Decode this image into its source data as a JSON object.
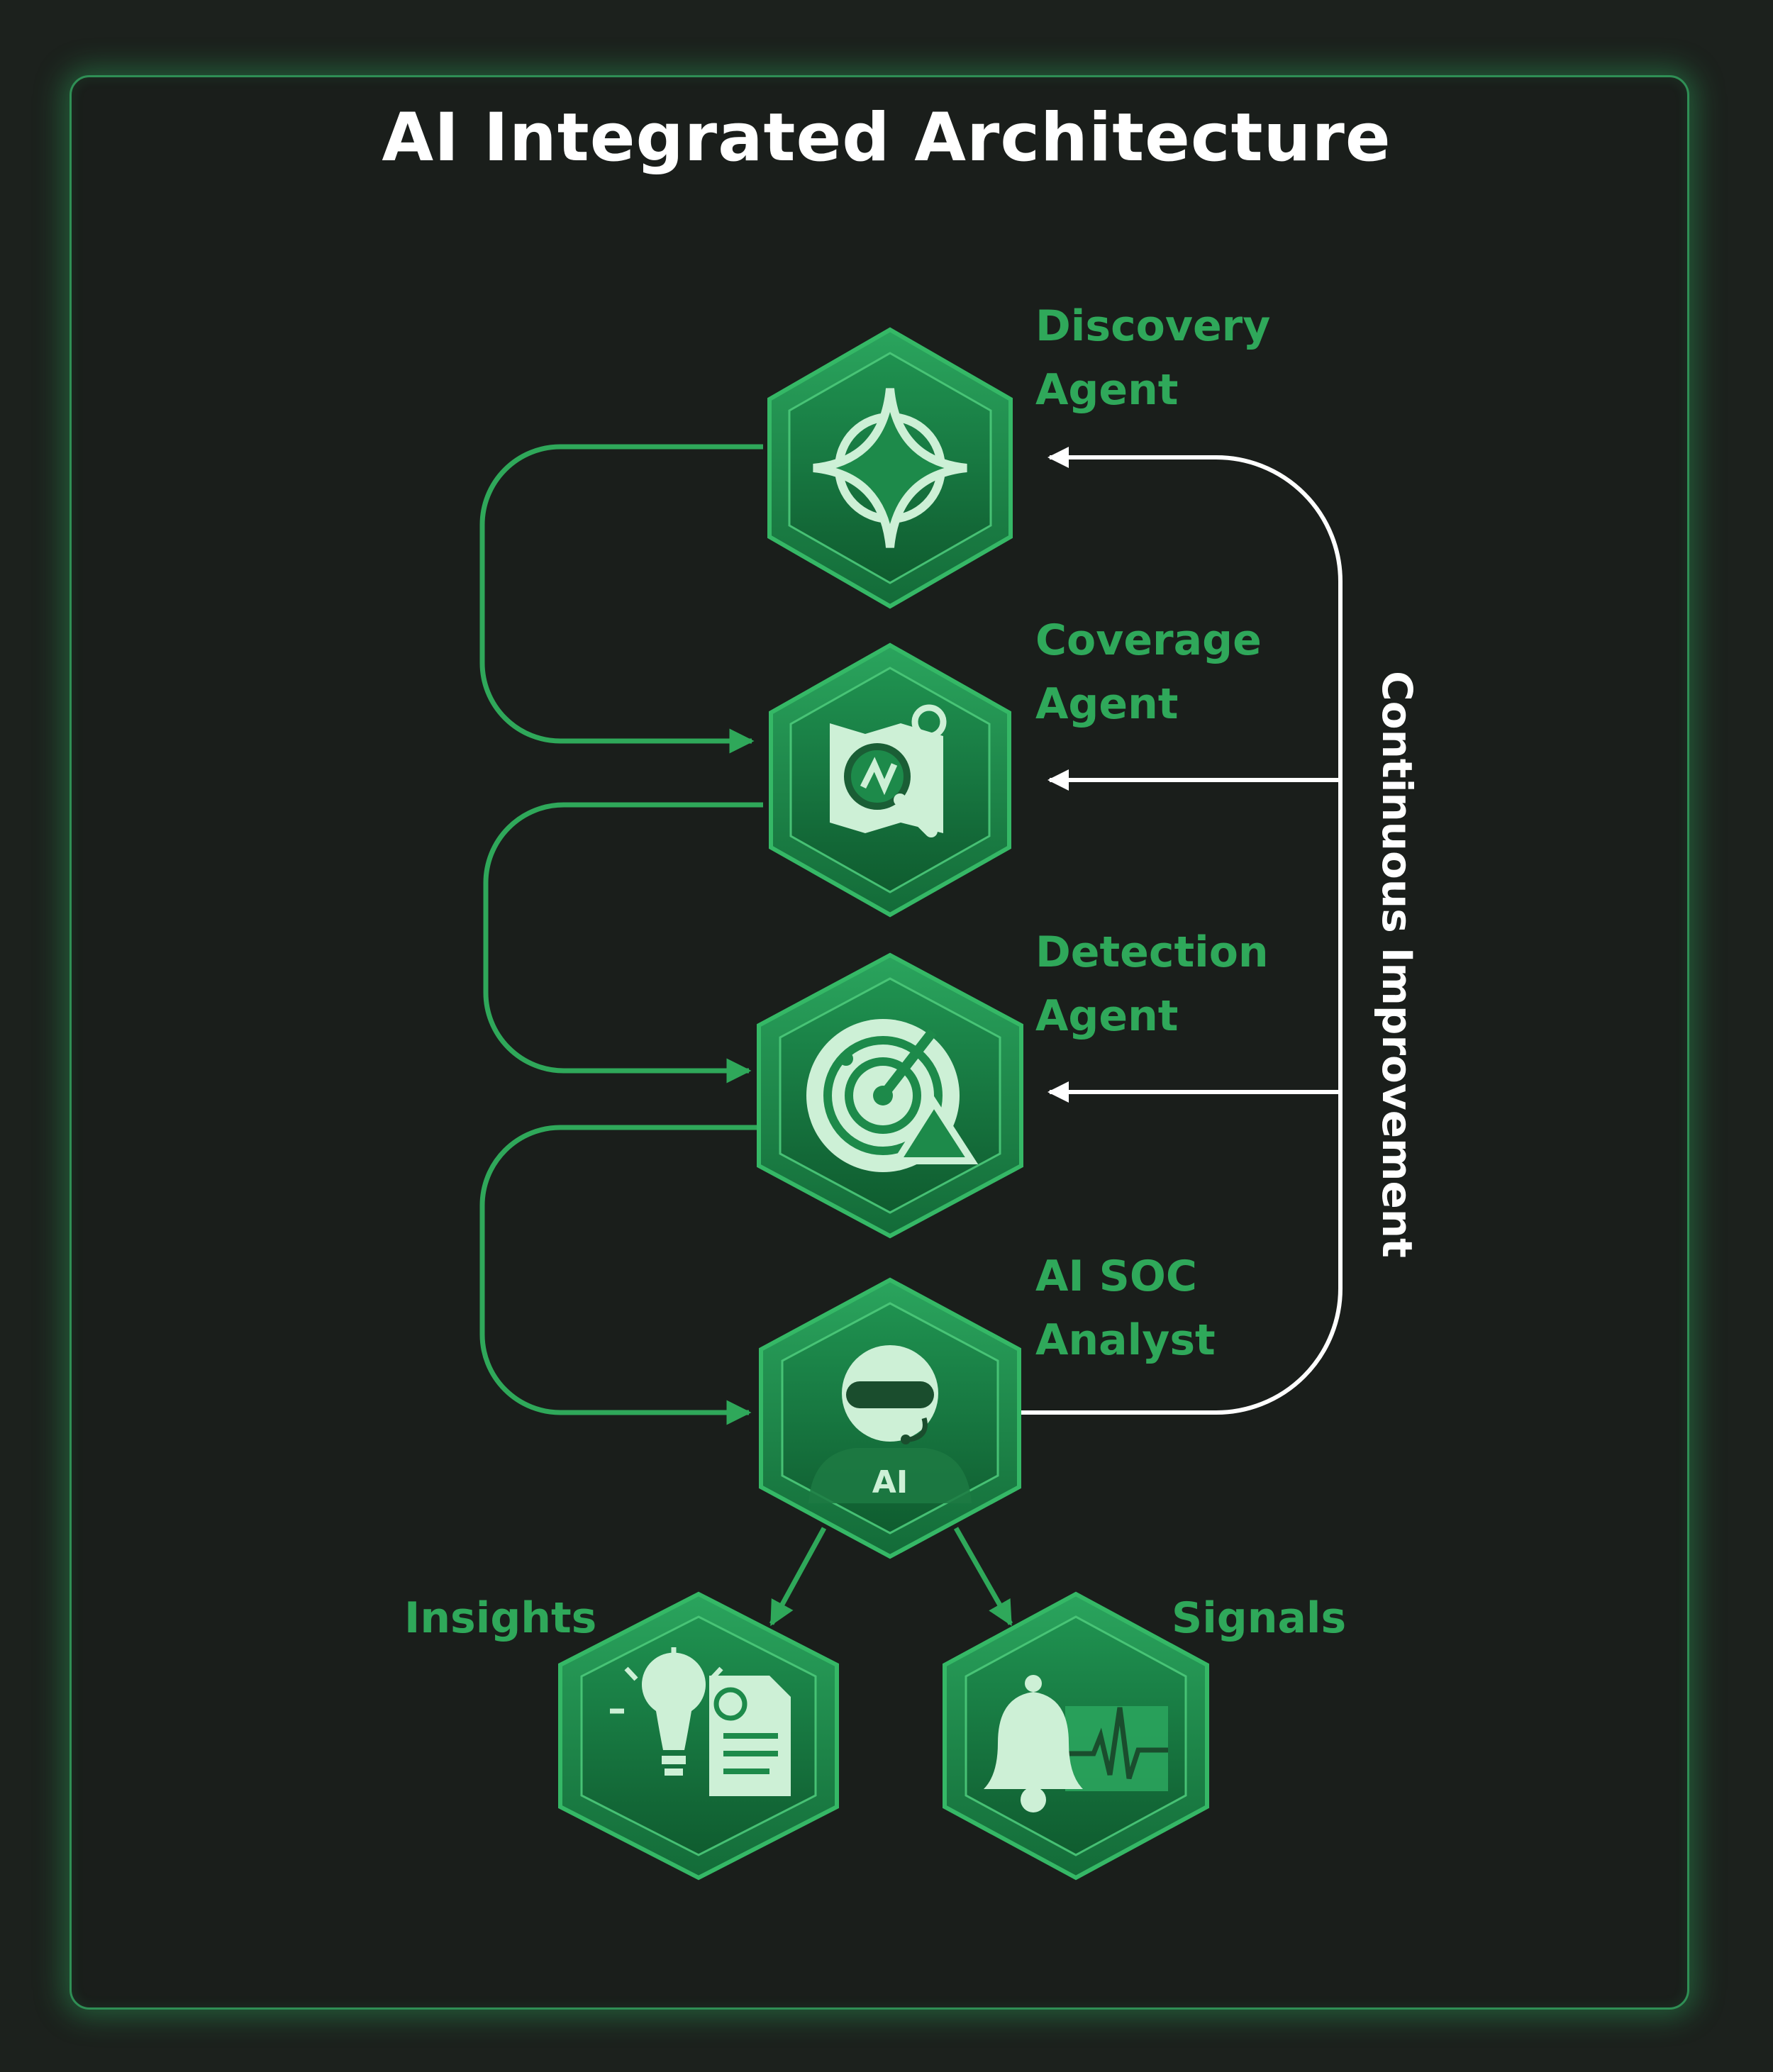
{
  "title": "AI Integrated Architecture",
  "nodes": [
    {
      "id": "discovery",
      "label": "Discovery\nAgent",
      "icon": "compass-star-icon"
    },
    {
      "id": "coverage",
      "label": "Coverage\nAgent",
      "icon": "map-search-icon"
    },
    {
      "id": "detection",
      "label": "Detection\nAgent",
      "icon": "radar-alert-icon"
    },
    {
      "id": "analyst",
      "label": "AI SOC\nAnalyst",
      "icon": "ai-analyst-helmet-icon",
      "icon_text": "AI"
    },
    {
      "id": "insights",
      "label": "Insights",
      "icon": "lightbulb-report-icon"
    },
    {
      "id": "signals",
      "label": "Signals",
      "icon": "bell-pulse-icon"
    }
  ],
  "feedback_loop": {
    "label": "Continuous Improvement"
  },
  "colors": {
    "background": "#1a1e1b",
    "accent": "#2fa85a",
    "flow_arrow": "#2fa85a",
    "feedback_arrow": "#ffffff",
    "hex_fill": "#1f8a4c",
    "icon_fill": "#cdf0d6"
  }
}
